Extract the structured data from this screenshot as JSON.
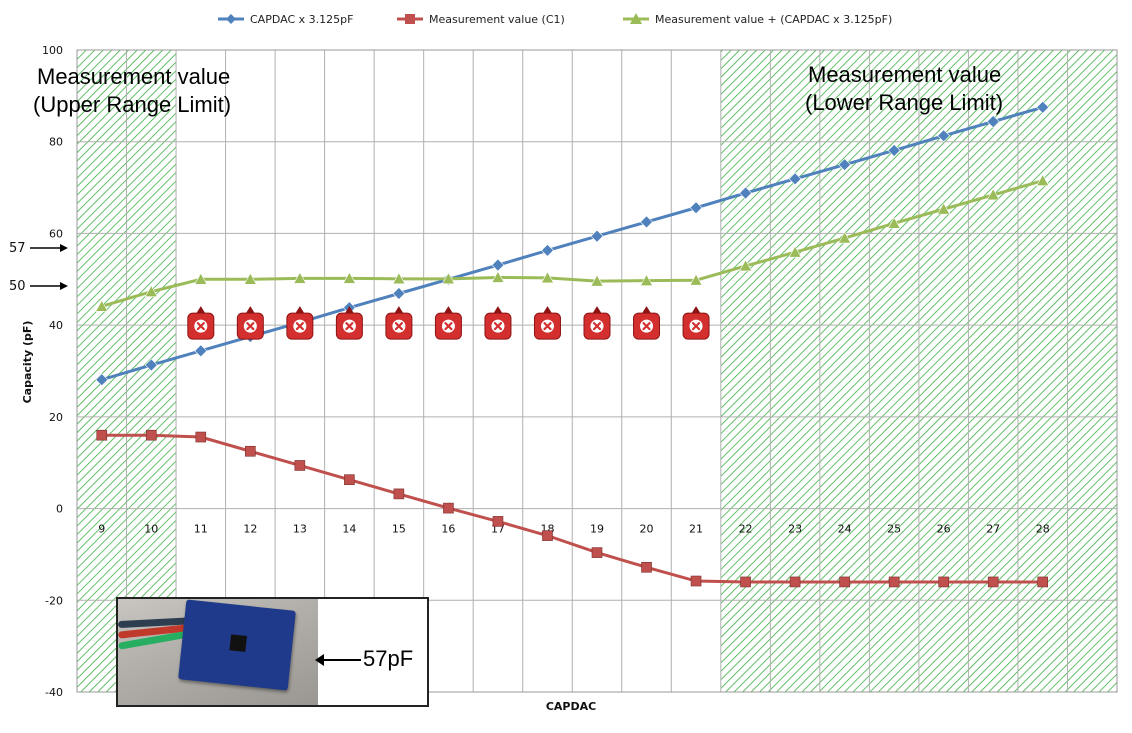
{
  "chart_data": {
    "type": "line",
    "title": "",
    "xlabel": "CAPDAC",
    "ylabel": "Capacity  (pF)",
    "x": [
      9,
      10,
      11,
      12,
      13,
      14,
      15,
      16,
      17,
      18,
      19,
      20,
      21,
      22,
      23,
      24,
      25,
      26,
      27,
      28
    ],
    "ylim": [
      -40,
      100
    ],
    "yticks": [
      100,
      80,
      60,
      40,
      20,
      0,
      -20,
      -40
    ],
    "grid": true,
    "legend_position": "top",
    "series": [
      {
        "name": "CAPDAC x 3.125pF",
        "color": "#4f81bd",
        "marker": "diamond",
        "values": [
          28.1,
          31.3,
          34.4,
          37.5,
          40.6,
          43.8,
          46.9,
          50.0,
          53.1,
          56.3,
          59.4,
          62.5,
          65.6,
          68.8,
          71.9,
          75.0,
          78.1,
          81.3,
          84.4,
          87.5
        ]
      },
      {
        "name": "Measurement value (C1)",
        "color": "#c0504d",
        "marker": "square",
        "values": [
          16,
          16,
          15.6,
          12.5,
          9.4,
          6.3,
          3.2,
          0.1,
          -2.8,
          -5.9,
          -9.6,
          -12.8,
          -15.8,
          -16,
          -16,
          -16,
          -16,
          -16,
          -16,
          -16
        ]
      },
      {
        "name": "Measurement value + (CAPDAC x 3.125pF)",
        "color": "#9bbb59",
        "marker": "triangle",
        "values": [
          44.1,
          47.3,
          50.0,
          50.0,
          50.2,
          50.2,
          50.1,
          50.1,
          50.4,
          50.3,
          49.6,
          49.7,
          49.8,
          52.9,
          55.9,
          59.0,
          62.2,
          65.3,
          68.4,
          71.5
        ]
      }
    ],
    "shaded_regions": [
      {
        "from": 8.5,
        "to": 10.5
      },
      {
        "from": 21.5,
        "to": 29.5
      }
    ],
    "error_markers_x": [
      11,
      12,
      13,
      14,
      15,
      16,
      17,
      18,
      19,
      20,
      21
    ],
    "error_marker_y": 40,
    "annotations": {
      "upper_line1": "Measurement value",
      "upper_line2": "(Upper Range Limit)",
      "lower_line1": "Measurement value",
      "lower_line2": "(Lower Range Limit)",
      "marker_57_label": "57",
      "marker_57_value": 57,
      "marker_50_label": "50",
      "marker_50_value": 50,
      "photo_label": "57pF"
    }
  }
}
